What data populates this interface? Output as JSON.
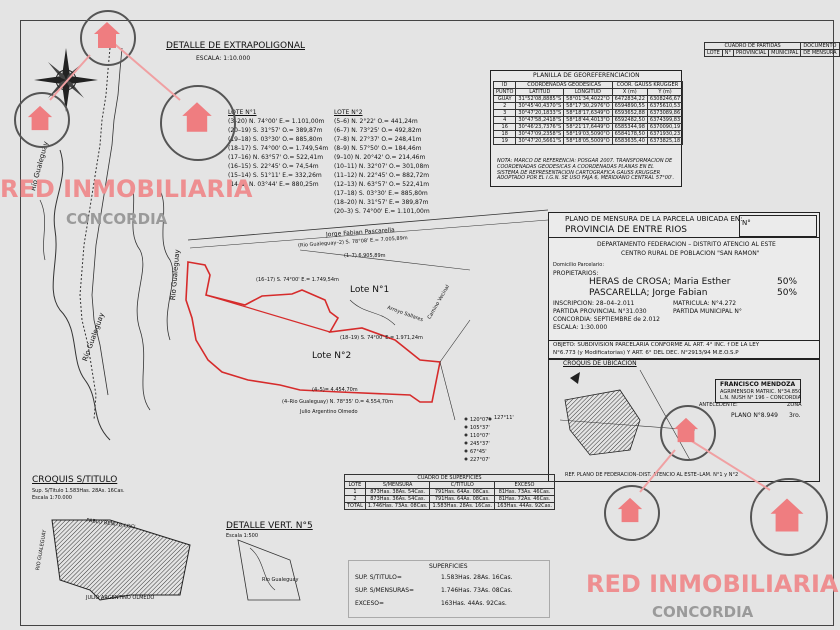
{
  "extrapoligonal": {
    "title": "DETALLE DE EXTRAPOLIGONAL",
    "scale": "ESCALA: 1:10.000"
  },
  "lote1_list": {
    "title": "LOTE N°1",
    "rows": [
      "(3–20) N. 74°00' E.= 1.101,00m",
      "(20–19) S. 31°57' O.= 389,87m",
      "(19–18) S. 03°30' O.= 885,80m",
      "(18–17) S. 74°00' O.= 1.749,54m",
      "(17–16) N. 63°57' O.= 522,41m",
      "(16–15) S. 22°45' O.= 74,54m",
      "(15–14) S. 51°11' E.= 332,26m",
      "(14–1) N. 03°44' E.= 880,25m"
    ]
  },
  "lote2_list": {
    "title": "LOTE N°2",
    "rows": [
      "(5–6) N. 2°22' O.= 441,24m",
      "(6–7) N. 73°25' O.= 492,82m",
      "(7–8) N. 27°37' O.= 248,41m",
      "(8–9) N. 57°50' O.= 184,46m",
      "(9–10) N. 20°42' O.= 214,46m",
      "(10–11) N. 32°07' O.= 301,08m",
      "(11–12) N. 22°45' O.= 882,72m",
      "(12–13) N. 63°57' O.= 522,41m",
      "(17–18) S. 03°30' E.= 885,80m",
      "(18–20) N. 31°57' E.= 389,87m",
      "(20–3) S. 74°00' E.= 1.101,00m"
    ]
  },
  "georef": {
    "title": "PLANILLA DE GEOREFERENCIACION",
    "h_id": "ID",
    "h_punto": "PUNTO",
    "h_geo": "COORDENADAS GEODESICAS",
    "h_gauss": "COOR. GAUSS KRUGGER",
    "h_lat": "LATITUD",
    "h_lon": "LONGITUD",
    "h_x": "X (m)",
    "h_y": "Y (m)",
    "rows": [
      {
        "id": "GUAY",
        "lat": "31°52'08,8885\"S",
        "lon": "58°01'34,4022\"O",
        "x": "6472834,22",
        "y": "6308246,67"
      },
      {
        "id": "2",
        "lat": "30°45'40,4370\"S",
        "lon": "58°17'30,2976\"O",
        "x": "6594890,55",
        "y": "6375610,53"
      },
      {
        "id": "3",
        "lat": "30°47'20,1833\"S",
        "lon": "58°18'17,6349\"O",
        "x": "6593652,88",
        "y": "6373089,86"
      },
      {
        "id": "4",
        "lat": "30°47'58,2418\"S",
        "lon": "58°18'44,4013\"O",
        "x": "6592482,50",
        "y": "6374399,83"
      },
      {
        "id": "16",
        "lat": "30°46'23,7376\"S",
        "lon": "58°21'17,6449\"O",
        "x": "6585344,98",
        "y": "6370090,19"
      },
      {
        "id": "18",
        "lat": "30°47'09,2358\"S",
        "lon": "58°19'03,5090\"O",
        "x": "6584178,50",
        "y": "6371930,23"
      },
      {
        "id": "19",
        "lat": "30°47'20,5661\"S",
        "lon": "58°18'05,5009\"O",
        "x": "6583635,40",
        "y": "6373825,18"
      }
    ],
    "note": "NOTA: MARCO DE REFERENCIA: POSGAR 2007. TRANSFORMACION DE COORDENADAS GEODESICAS A COORDENADAS PLANAS EN EL SISTEMA DE REPRESENTACION CARTOGRAFICA GAUSS KRUGGER ADOPTADO POR EL I.G.N. SE USO FAJA 6, MERIDIANO CENTRAL 57°00'."
  },
  "partidas": {
    "h1": "CUADRO DE PARTIDAS",
    "h2": "DOCUMENTO",
    "c1": "LOTE",
    "c2": "N°",
    "c3": "PROVINCIAL",
    "c4": "MUNICIPAL",
    "c5": "DE MENSURA"
  },
  "title_block": {
    "plano_label": "PLANO DE MENSURA DE LA PARCELA UBICADA EN:",
    "province": "PROVINCIA DE ENTRE RIOS",
    "n_label": "N°",
    "dept": "DEPARTAMENTO FEDERACION – DISTRITO ATENCIO AL ESTE",
    "centro": "CENTRO RURAL DE POBLACION \"SAN RAMON\"",
    "domicilio": "Domicilio Parcelario:",
    "propietarios": "PROPIETARIOS:",
    "owner1": "HERAS de CROSA; Maria Esther",
    "pct1": "50%",
    "owner2": "PASCARELLA; Jorge Fabian",
    "pct2": "50%",
    "inscripcion": "INSCRIPCION: 28–04–2.011",
    "matricula": "MATRICULA: N°4.272",
    "partida_prov": "PARTIDA PROVINCIAL N°31.030",
    "partida_mun": "PARTIDA MUNICIPAL N°",
    "concordia": "CONCORDIA: SEPTIEMBRE de 2.012",
    "escala": "ESCALA: 1:30.000",
    "objeto1": "OBJETO: SUBDIVISION PARCELARIA CONFORME AL ART. 4° INC. f DE LA LEY",
    "objeto2": "N°6.773 (y Modificatorias) Y ART. 6° DEL DEC. N°2913/94 M.E.O.S.P",
    "croquis_ubic": "CROQUIS DE UBICACION",
    "prof_name": "FRANCISCO MENDOZA",
    "prof_l1": "AGRIMENSOR MATRIC. N°34.850",
    "prof_l2": "L.N. NUSH N° 196 – CONCORDIA",
    "antecedente": "ANTECEDENTE:",
    "zona": "ZONA",
    "plano_no": "PLANO N°8.949",
    "zona_val": "3ro.",
    "ref": "REF. PLANO DE FEDERACION–DIST. ATENCIO AL ESTE–LAM. N°1 y N°2"
  },
  "map": {
    "rio1": "Río Gualeguay",
    "rio2": "Río Gualeguay",
    "rio3": "Río Gualeguay",
    "lote1": "Lote N°1",
    "lote2": "Lote N°2",
    "owner_label": "Jorge Fabian Pascarella",
    "rio_top": "(Rio Gualeguay–2) S. 78°08' E.= 7.005,89m",
    "seg_1_7": "(1–7) 6.905,89m",
    "seg_16_17": "(16–17) S. 74°00' E.= 1.749,54m",
    "seg_18_19": "(18–19) S. 74°00' E.= 1.971,24m",
    "seg_4_5": "(4–5)= 4.454,70m",
    "seg_rio4": "(4–Rio Gualeguay) N. 78°35' O.= 4.554,70m",
    "julio": "Julio Argentino Olmedo",
    "arroyo": "Arroyo Sallares",
    "calle": "Camino Vecinal",
    "angles": [
      "120°07'",
      "105°37'",
      "110°07'",
      "245°37'",
      "67°45'",
      "227°07'",
      "127°11'"
    ]
  },
  "superficies_table": {
    "title": "CUADRO DE SUPERFICIES",
    "h_lote": "LOTE",
    "h_mens": "S/MENSURA",
    "h_tit": "C/TITULO",
    "h_exc": "EXCESO",
    "rows": [
      {
        "lote": "1",
        "mens": "873Has. 38As. 54Cas.",
        "tit": "791Has. 64As. 08Cas.",
        "exc": "81Has. 73As. 46Cas."
      },
      {
        "lote": "2",
        "mens": "873Has. 36As. 54Cas.",
        "tit": "791Has. 64As. 08Cas.",
        "exc": "81Has. 72As. 46Cas."
      },
      {
        "lote": "TOTAL",
        "mens": "1.746Has. 73As. 08Cas.",
        "tit": "1.583Has. 28As. 16Cas.",
        "exc": "163Has. 44As. 92Cas."
      }
    ]
  },
  "superficies": {
    "title": "SUPERFICIES",
    "tit_label": "SUP. S/TITULO=",
    "tit_val": "1.583Has. 28As. 16Cas.",
    "mens_label": "SUP. S/MENSURAS=",
    "mens_val": "1.746Has. 73As. 08Cas.",
    "exc_label": "EXCESO=",
    "exc_val": "163Has. 44As. 92Cas."
  },
  "croquis_titulo": {
    "title": "CROQUIS S/TITULO",
    "sub": "Sup. S/Titulo 1.583Has. 28As. 16Cas.",
    "escala": "Escala 1:70.000",
    "rio": "RIO GUALEGUAY",
    "pablo": "PABLO BENITO LOCI",
    "julio": "JULIO ARGENTINO OLMEDO"
  },
  "detalle_vert": {
    "title": "DETALLE VERT. N°5",
    "escala": "Escala 1:500",
    "rio": "Rio Gualeguay"
  },
  "watermark": {
    "brand": "RED INMOBILIARIA",
    "city": "CONCORDIA",
    "brand2": "RED INMOBILIARIA",
    "city2": "CONCORDIA",
    "brand_color": "#ee8f91",
    "city_color": "#9a9a9a"
  }
}
